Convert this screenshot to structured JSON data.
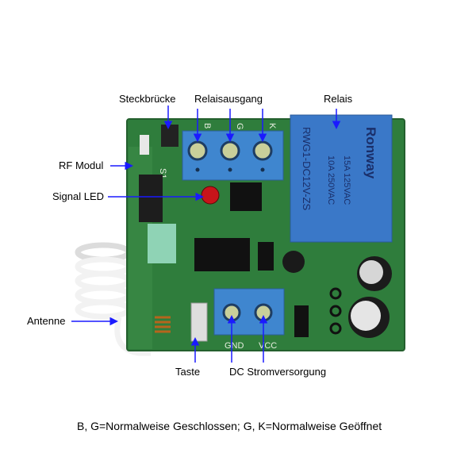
{
  "labels": {
    "jumper": "Steckbrücke",
    "relay_output": "Relaisausgang",
    "relay": "Relais",
    "rf_module": "RF Modul",
    "signal_led": "Signal LED",
    "antenna": "Antenne",
    "button": "Taste",
    "dc_power": "DC Stromversorgung"
  },
  "caption": "B, G=Normalweise Geschlossen; G, K=Normalweise Geöffnet",
  "board_markings": {
    "terminal_b": "B",
    "terminal_g": "G",
    "terminal_k": "K",
    "gnd": "GND",
    "vcc": "VCC",
    "relay_brand": "Ronway",
    "relay_model": "RWG1-DC12V-ZS",
    "relay_rating_1": "15A 125VAC",
    "relay_rating_2": "10A 250VAC"
  },
  "colors": {
    "arrow": "#1a1aff",
    "pcb": "#2f7d3c",
    "relay": "#3a78c8",
    "terminal": "#3f86cf"
  }
}
